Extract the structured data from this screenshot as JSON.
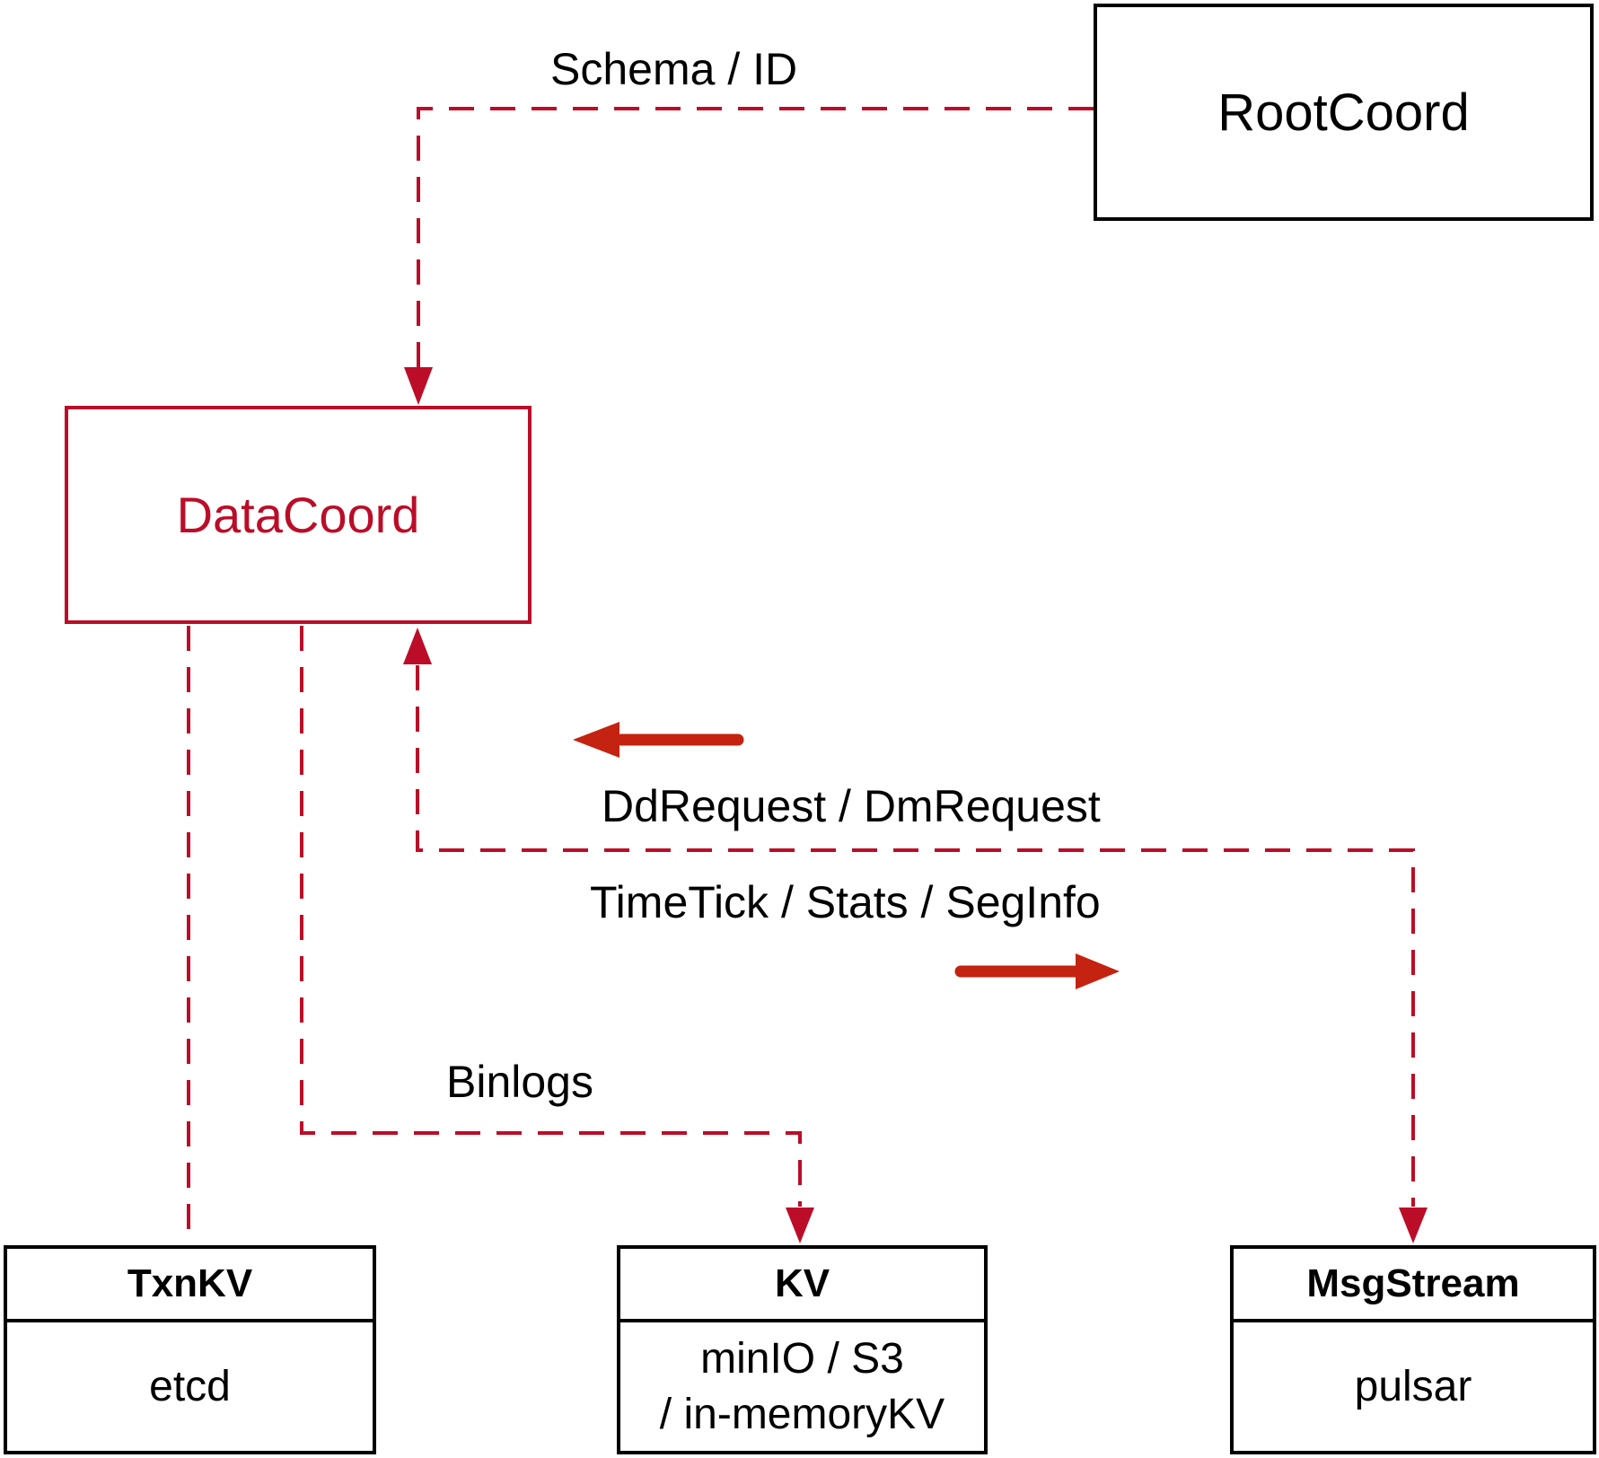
{
  "colors": {
    "background": "#ffffff",
    "text": "#000000",
    "box_border": "#000000",
    "crimson": "#bb0d28",
    "arrow_red": "#c32310"
  },
  "nodes": {
    "rootcoord": {
      "label": "RootCoord"
    },
    "datacoord": {
      "label": "DataCoord"
    },
    "txnkv": {
      "title": "TxnKV",
      "body": "etcd"
    },
    "kv": {
      "title": "KV",
      "body_line1": "minIO / S3",
      "body_line2": "/ in-memoryKV"
    },
    "msgstream": {
      "title": "MsgStream",
      "body": "pulsar"
    }
  },
  "edge_labels": {
    "schema_id": "Schema / ID",
    "dd_dm_request": "DdRequest / DmRequest",
    "timetick_stats_seginfo": "TimeTick / Stats / SegInfo",
    "binlogs": "Binlogs"
  }
}
